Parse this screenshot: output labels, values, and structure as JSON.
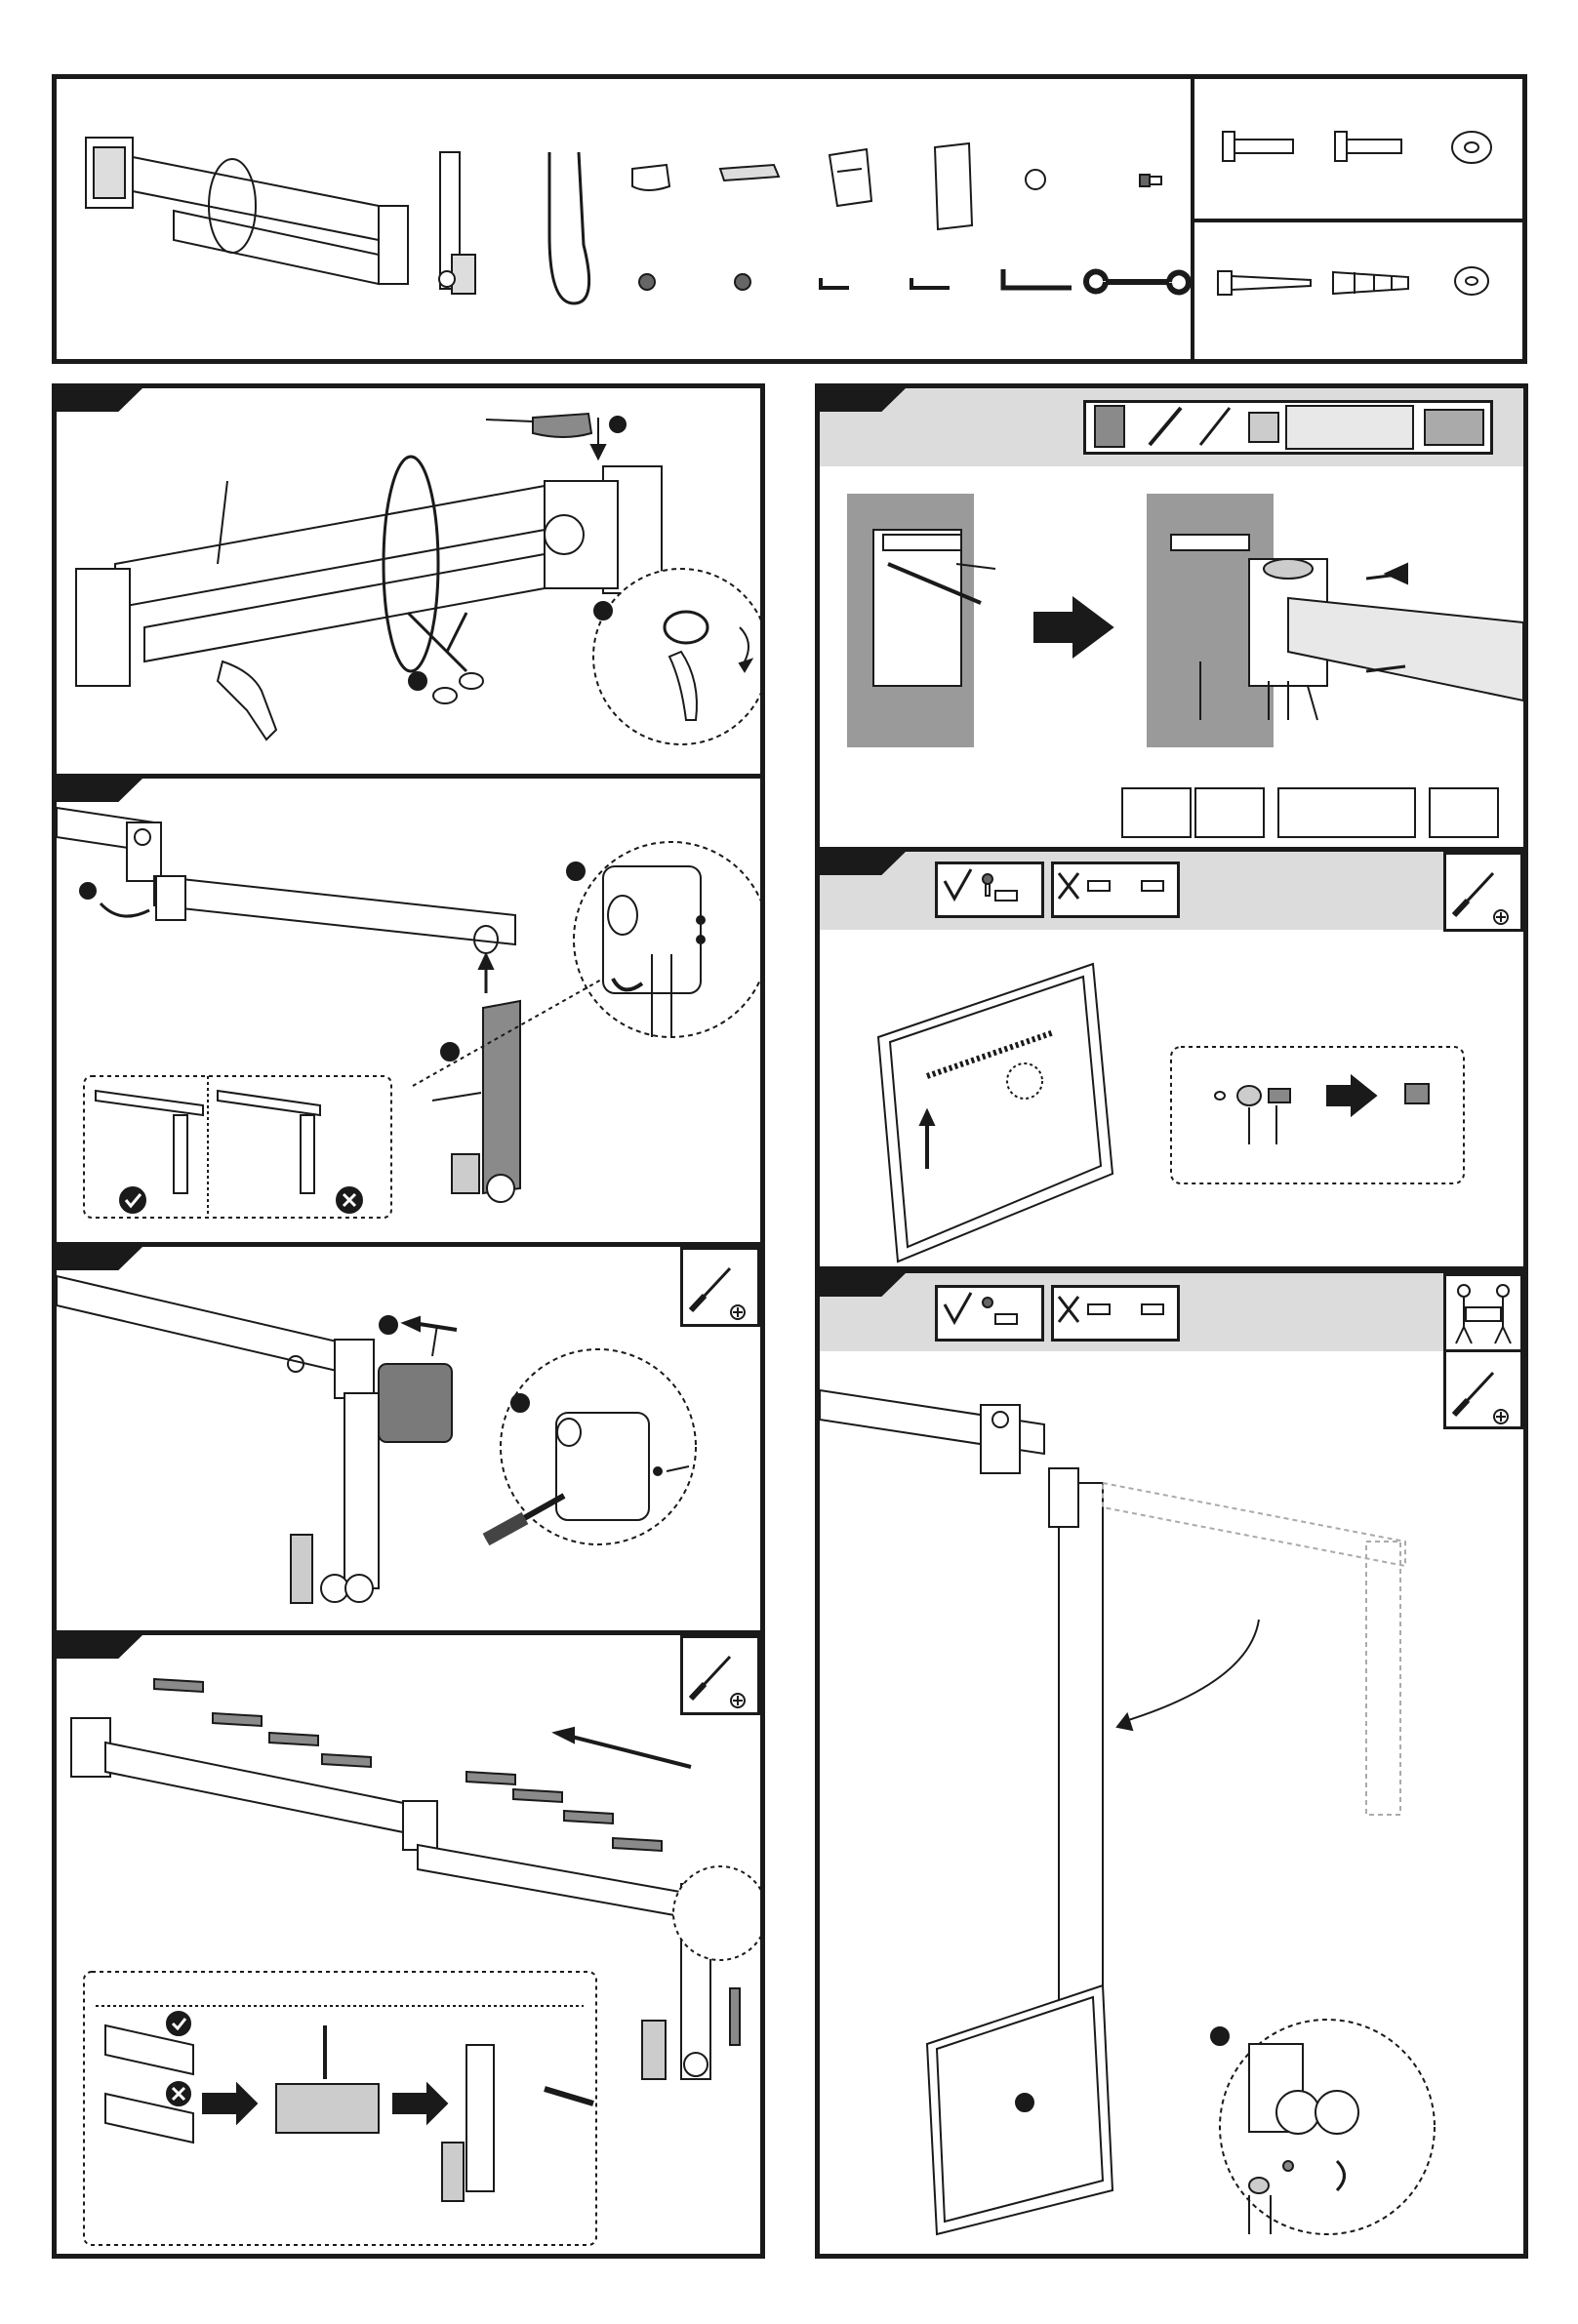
{
  "parts_panel": {
    "hardware_pack_a": [
      "screw-m8-long",
      "screw-m8-short",
      "washer-large"
    ],
    "hardware_pack_b": [
      "lag-bolt",
      "wall-anchor",
      "washer-small"
    ]
  },
  "steps": [
    {
      "id": "step-1",
      "label": ""
    },
    {
      "id": "step-2",
      "label": ""
    },
    {
      "id": "step-3",
      "label": ""
    },
    {
      "id": "step-4",
      "label": ""
    },
    {
      "id": "step-5",
      "label": ""
    },
    {
      "id": "step-6",
      "label": ""
    },
    {
      "id": "step-7",
      "label": ""
    }
  ],
  "icons": {
    "correct": "check-icon",
    "wrong": "cross-icon",
    "screwdriver": "screwdriver-icon",
    "two_person": "two-person-lift-icon"
  },
  "colors": {
    "line": "#1a1a1a",
    "strip": "#dcdcdc",
    "wall": "#9a9a9a",
    "part_dark": "#5a5a5a"
  }
}
